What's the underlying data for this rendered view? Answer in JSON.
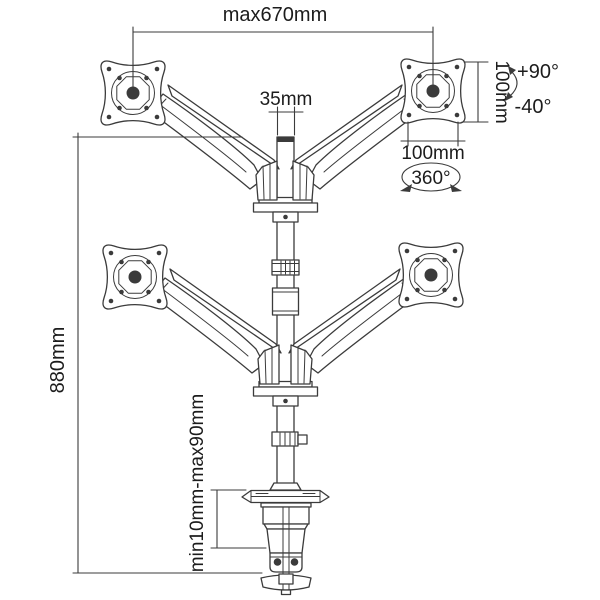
{
  "diagram": {
    "subject": "quad-monitor-desk-mount-dimension-drawing",
    "background_color": "#ffffff",
    "line_color": "#3b3b3b",
    "text_color": "#1c1c1c",
    "labels": {
      "max_width": "max670mm",
      "pole_top_diameter": "35mm",
      "tilt_up": "+90°",
      "tilt_down": "-40°",
      "vesa_height": "100mm",
      "vesa_width": "100mm",
      "rotation": "360°",
      "column_height": "880mm",
      "clamp_range": "min10mm-max90mm"
    }
  }
}
